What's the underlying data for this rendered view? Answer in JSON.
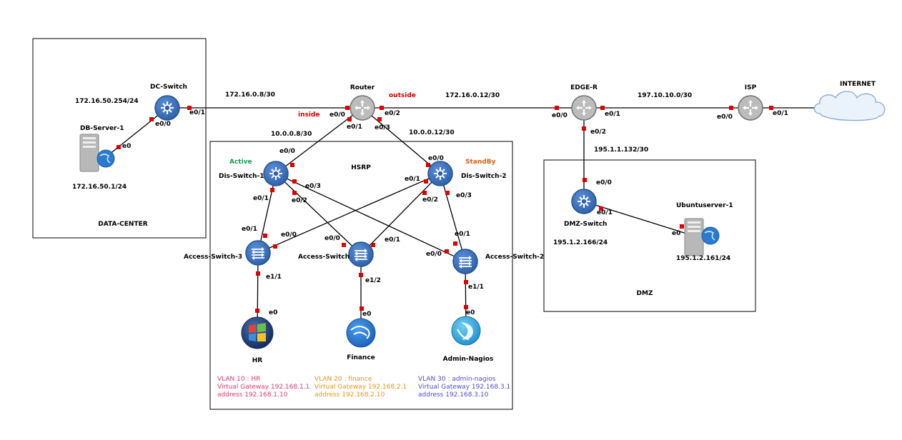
{
  "colors": {
    "port": "#e00000",
    "device_fill": "#3b6fbf",
    "device_stroke": "#24538f",
    "inside_label": "#cc0000",
    "outside_label": "#cc0000",
    "active_label": "#119955",
    "standby_label": "#e06010",
    "vlan10": "#e0386e",
    "vlan20": "#e89510",
    "vlan30": "#4c4cd8"
  },
  "areas": {
    "datacenter": "DATA-CENTER",
    "hsrp": "HSRP",
    "dmz": "DMZ"
  },
  "devices": {
    "dc_switch": "DC-Switch",
    "db_server": "DB-Server-1",
    "router": "Router",
    "edge_r": "EDGE-R",
    "isp": "ISP",
    "internet": "INTERNET",
    "dis_switch_1": "Dis-Switch-1",
    "dis_switch_2": "Dis-Switch-2",
    "access_switch_3": "Access-Switch-3",
    "access_switch": "Access-Switch",
    "access_switch_2": "Access-Switch-2",
    "dmz_switch": "DMZ-Switch",
    "ubuntuserver": "Ubuntuserver-1",
    "hr": "HR",
    "finance": "Finance",
    "admin_nagios": "Admin-Nagios"
  },
  "labels": {
    "dc_ip": "172.16.50.254/24",
    "db_ip": "172.16.50.1/24",
    "net_dc_router": "172.16.0.8/30",
    "net_router_edge": "172.16.0.12/30",
    "net_edge_isp": "197.10.10.0/30",
    "net_edge_dmz": "195.1.1.132/30",
    "net_dis1": "10.0.0.8/30",
    "net_dis2": "10.0.0.12/30",
    "dmz_switch_ip": "195.1.2.166/24",
    "ubuntu_ip": "195.1.2.161/24",
    "inside": "inside",
    "outside": "outside",
    "active": "Active",
    "standby": "StandBy"
  },
  "ports": {
    "dc_e0_1": "e0/1",
    "dc_e0_0": "e0/0",
    "db_e0": "e0",
    "r_e0_0": "e0/0",
    "r_e0_2": "e0/2",
    "r_e0_1": "e0/1",
    "r_e0_3": "e0/3",
    "edge_e0_0": "e0/0",
    "edge_e0_1": "e0/1",
    "edge_e0_2": "e0/2",
    "isp_e0_0": "e0/0",
    "isp_e0_1": "e0/1",
    "d1_e0_0": "e0/0",
    "d1_e0_3": "e0/3",
    "d1_e0_1": "e0/1",
    "d1_e0_2": "e0/2",
    "d2_e0_0": "e0/0",
    "d2_e0_1": "e0/1",
    "d2_e0_2": "e0/2",
    "d2_e0_3": "e0/3",
    "a3_e0_1": "e0/1",
    "a3_e0_0": "e0/0",
    "a3_e1_1": "e1/1",
    "a_e0_0": "e0/0",
    "a_e0_1": "e0/1",
    "a_e1_2": "e1/2",
    "a2_e0_1": "e0/1",
    "a2_e0_0": "e0/0",
    "a2_e1_1": "e1/1",
    "hr_e0": "e0",
    "fin_e0": "e0",
    "adm_e0": "e0",
    "dmz_e0_0": "e0/0",
    "dmz_e0_1": "e0/1",
    "ub_e0": "e0"
  },
  "vlans": {
    "v10": [
      "VLAN 10 : HR",
      "Virtual Gateway 192.168.1.1",
      "address 192.168.1.10"
    ],
    "v20": [
      "VLAN 20 : finance",
      "Virtual Gateway 192.168.2.1",
      "address 192.168.2.10"
    ],
    "v30": [
      "VLAN 30 : admin-nagios",
      "Virtual Gateway 192.168.3.1",
      "address 192.168.3.10"
    ]
  }
}
